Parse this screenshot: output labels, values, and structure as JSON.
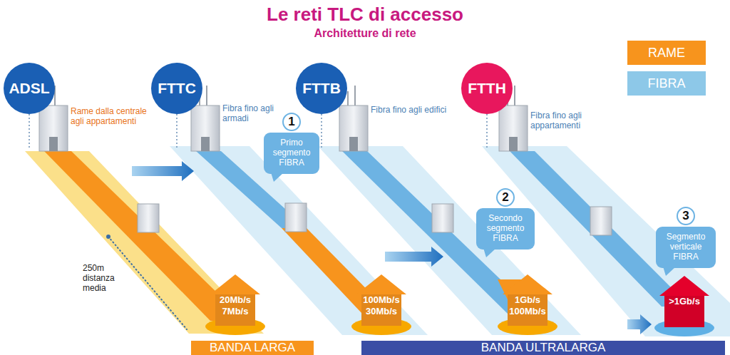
{
  "diagram": {
    "title": "Le reti TLC di accesso",
    "nodes": [
      {
        "text": [
          "ADSL"
        ]
      },
      {
        "text": [
          "FTTC"
        ]
      },
      {
        "text": [
          "FTTB"
        ]
      },
      {
        "text": [
          "FTTH"
        ]
      },
      {
        "text": [
          "1",
          "Primo segmento FIBRA"
        ]
      },
      {
        "text": [
          "2",
          "Secondo segmento FIBRA"
        ]
      },
      {
        "text": [
          "3",
          "Segmento verticale FIBRA"
        ]
      },
      {
        "text": [
          "20Mb/s",
          "7Mb/s"
        ]
      },
      {
        "text": [
          "100Mb/s",
          "30Mb/s"
        ]
      },
      {
        "text": [
          "1Gb/s",
          "100Mb/s"
        ]
      },
      {
        "text": [
          ">1Gb/s"
        ]
      },
      {
        "text": [
          "BANDA LARGA"
        ]
      },
      {
        "text": [
          "BANDA ULTRALARGA"
        ]
      }
    ],
    "labels": [
      "Architetture di rete",
      "Rame dalla centrale agli appartamenti",
      "Fibra fino agli armadi",
      "Fibra fino agli edifici",
      "Fibra fino agli appartamenti",
      "250m distanza media"
    ],
    "legend": [
      {
        "text": "RAME",
        "color": "#f7941d"
      },
      {
        "text": "FIBRA",
        "color": "#8dc8e8"
      }
    ]
  }
}
